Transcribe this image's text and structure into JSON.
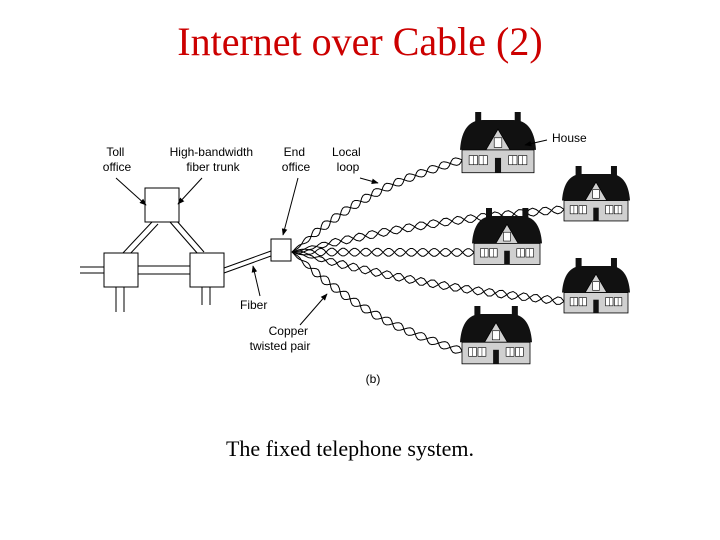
{
  "slide": {
    "title": "Internet over Cable (2)",
    "caption": "The fixed telephone system."
  },
  "diagram": {
    "labels": {
      "toll_office": [
        "Toll",
        "office"
      ],
      "fiber_trunk": [
        "High-bandwidth",
        "fiber trunk"
      ],
      "end_office": [
        "End",
        "office"
      ],
      "local_loop": [
        "Local",
        "loop"
      ],
      "house": "House",
      "fiber": "Fiber",
      "copper": [
        "Copper",
        "twisted pair"
      ],
      "panel": "(b)"
    }
  },
  "colors": {
    "title": "#cc0000",
    "house_roof": "#111111",
    "house_wall": "#d0d0d0"
  }
}
